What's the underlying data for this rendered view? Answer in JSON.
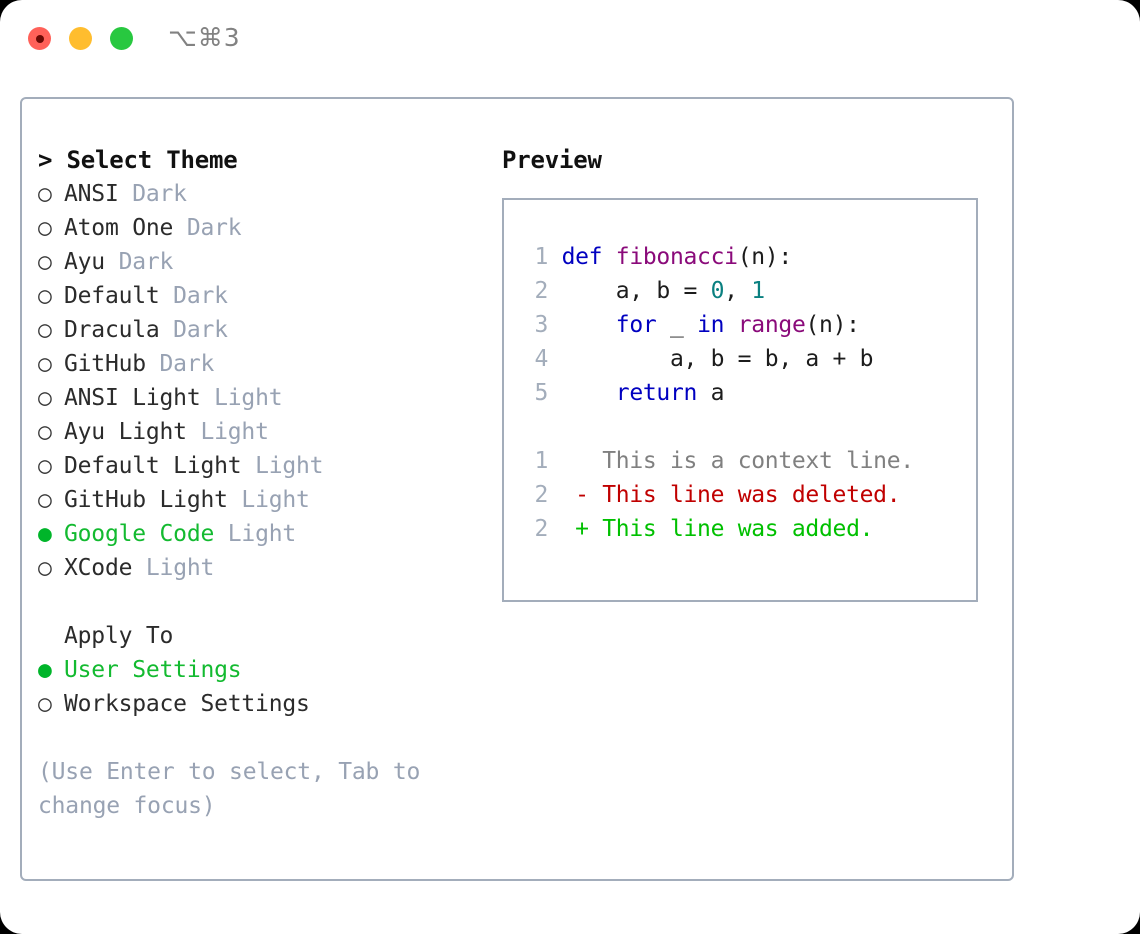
{
  "window": {
    "shortcut": "⌥⌘3",
    "traffic_lights": [
      {
        "name": "close-button",
        "color": "#ff6159"
      },
      {
        "name": "minimize-button",
        "color": "#ffbd2e"
      },
      {
        "name": "maximize-button",
        "color": "#28c840"
      }
    ]
  },
  "theme_picker": {
    "header": "> Select Theme",
    "bullet_on": "●",
    "bullet_off": "○",
    "items": [
      {
        "name": "ANSI",
        "tag": "Dark",
        "selected": false
      },
      {
        "name": "Atom One",
        "tag": "Dark",
        "selected": false
      },
      {
        "name": "Ayu",
        "tag": "Dark",
        "selected": false
      },
      {
        "name": "Default",
        "tag": "Dark",
        "selected": false
      },
      {
        "name": "Dracula",
        "tag": "Dark",
        "selected": false
      },
      {
        "name": "GitHub",
        "tag": "Dark",
        "selected": false
      },
      {
        "name": "ANSI Light",
        "tag": "Light",
        "selected": false
      },
      {
        "name": "Ayu Light",
        "tag": "Light",
        "selected": false
      },
      {
        "name": "Default Light",
        "tag": "Light",
        "selected": false
      },
      {
        "name": "GitHub Light",
        "tag": "Light",
        "selected": false
      },
      {
        "name": "Google Code",
        "tag": "Light",
        "selected": true
      },
      {
        "name": "XCode",
        "tag": "Light",
        "selected": false
      }
    ]
  },
  "apply_to": {
    "label": "Apply To",
    "items": [
      {
        "name": "User Settings",
        "selected": true
      },
      {
        "name": "Workspace Settings",
        "selected": false
      }
    ]
  },
  "hint": "(Use Enter to select, Tab to change focus)",
  "preview": {
    "title": "Preview",
    "code_lines": [
      {
        "num": "1",
        "tokens": [
          {
            "t": "def ",
            "c": "kw"
          },
          {
            "t": "fibonacci",
            "c": "fn"
          },
          {
            "t": "(n):",
            "c": "pl"
          }
        ]
      },
      {
        "num": "2",
        "tokens": [
          {
            "t": "    a, b = ",
            "c": "pl"
          },
          {
            "t": "0",
            "c": "num"
          },
          {
            "t": ", ",
            "c": "pl"
          },
          {
            "t": "1",
            "c": "num"
          }
        ]
      },
      {
        "num": "3",
        "tokens": [
          {
            "t": "    ",
            "c": "pl"
          },
          {
            "t": "for",
            "c": "kw"
          },
          {
            "t": " _ ",
            "c": "pl"
          },
          {
            "t": "in",
            "c": "kw"
          },
          {
            "t": " ",
            "c": "pl"
          },
          {
            "t": "range",
            "c": "fn"
          },
          {
            "t": "(n):",
            "c": "pl"
          }
        ]
      },
      {
        "num": "4",
        "tokens": [
          {
            "t": "        a, b = b, a + b",
            "c": "pl"
          }
        ]
      },
      {
        "num": "5",
        "tokens": [
          {
            "t": "    ",
            "c": "pl"
          },
          {
            "t": "return",
            "c": "kw"
          },
          {
            "t": " a",
            "c": "pl"
          }
        ]
      }
    ],
    "diff_lines": [
      {
        "num": "1",
        "marker": "  ",
        "text": "This is a context line.",
        "kind": "ctx"
      },
      {
        "num": "2",
        "marker": "- ",
        "text": "This line was deleted.",
        "kind": "del"
      },
      {
        "num": "2",
        "marker": "+ ",
        "text": "This line was added.",
        "kind": "add"
      }
    ]
  },
  "colors": {
    "accent_green": "#13ba30",
    "muted": "#98a2b3",
    "border": "#a3adbb",
    "keyword": "#0000c0",
    "function": "#8a0a7a",
    "number": "#0a8080",
    "deleted": "#c00000",
    "added": "#00c000"
  }
}
